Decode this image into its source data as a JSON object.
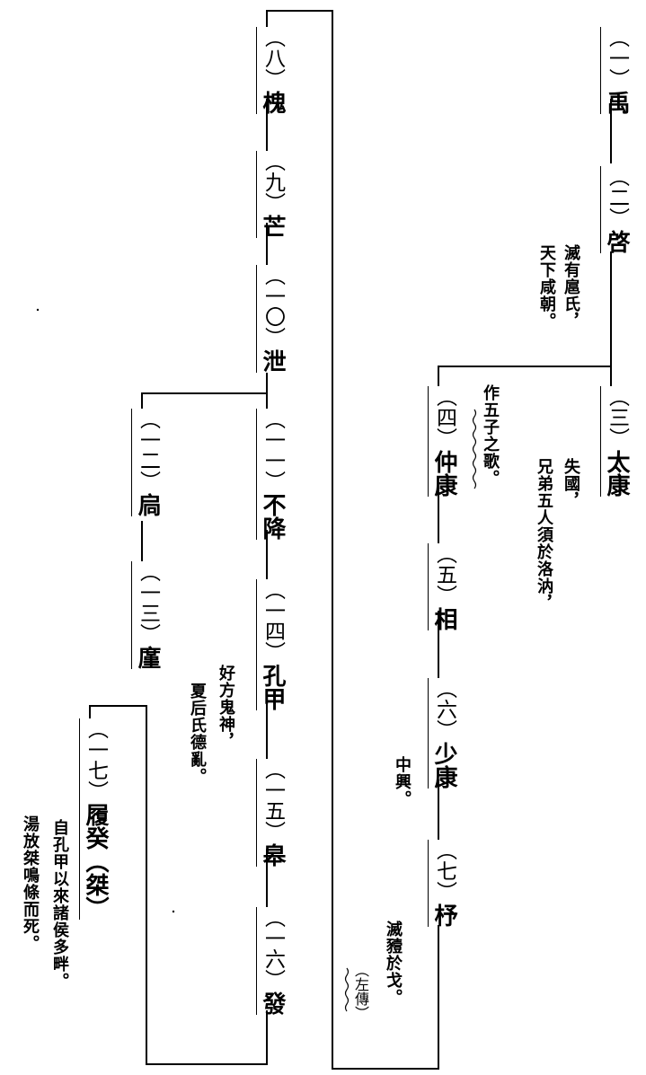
{
  "rulers": {
    "r1": {
      "num": "（一）",
      "name": "禹"
    },
    "r2": {
      "num": "（二）",
      "name": "啓"
    },
    "r3": {
      "num": "（三）",
      "name": "太康"
    },
    "r4": {
      "num": "（四）",
      "name": "仲康"
    },
    "r5": {
      "num": "（五）",
      "name": "相"
    },
    "r6": {
      "num": "（六）",
      "name": "少康"
    },
    "r7": {
      "num": "（七）",
      "name": "杼"
    },
    "r8": {
      "num": "（八）",
      "name": "槐"
    },
    "r9": {
      "num": "（九）",
      "name": "芒"
    },
    "r10": {
      "num": "（一〇）",
      "name": "泄"
    },
    "r11": {
      "num": "（一一）",
      "name": "不降"
    },
    "r12": {
      "num": "（一二）",
      "name": "扃"
    },
    "r13": {
      "num": "（一三）",
      "name": "廑"
    },
    "r14": {
      "num": "（一四）",
      "name": "孔甲"
    },
    "r15": {
      "num": "（一五）",
      "name": "皋"
    },
    "r16": {
      "num": "（一六）",
      "name": "發"
    },
    "r17": {
      "num": "（一七）",
      "name": "履癸（桀）"
    }
  },
  "notes": {
    "qi_a": "滅有扈氏，",
    "qi_b": "天下咸朝。",
    "taikang_a": "失國，",
    "taikang_b": "兄弟五人須於洛汭，",
    "zhongkang": "作五子之歌。",
    "shaokang": "中興。",
    "zhu": "滅豷於戈。",
    "zhu_src": "（左傳）",
    "kongjia_a": "好方鬼神，",
    "kongjia_b": "夏后氏德亂。",
    "jie_a": "自孔甲以來諸侯多畔。",
    "jie_b": "湯放桀鳴條而死。"
  }
}
